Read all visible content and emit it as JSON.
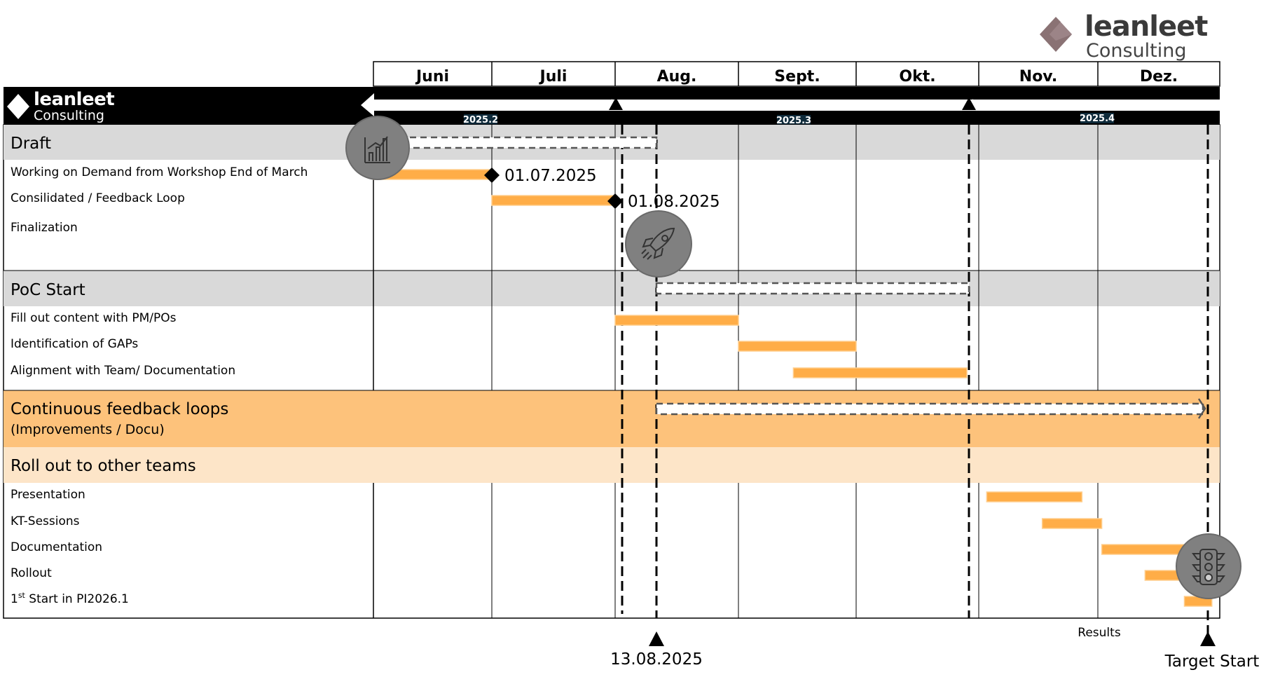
{
  "logo": {
    "word1": "leanleet",
    "word2": "Consulting"
  },
  "months": [
    "Juni",
    "Juli",
    "Aug.",
    "Sept.",
    "Okt.",
    "Nov.",
    "Dez."
  ],
  "increments": [
    "2025.2",
    "2025.3",
    "2025.4"
  ],
  "sections": [
    {
      "title": "Draft",
      "title2": ""
    },
    {
      "title": "PoC Start",
      "title2": ""
    },
    {
      "title": "Continuous feedback loops",
      "title2": "(Improvements / Docu)"
    },
    {
      "title": "Roll out to other teams",
      "title2": ""
    }
  ],
  "tasks": [
    {
      "label": "Working on Demand from Workshop End of March",
      "start": "2025-06-01",
      "end": "2025-07-01"
    },
    {
      "label": "Consilidated / Feedback Loop",
      "start": "2025-07-01",
      "end": "2025-08-01"
    },
    {
      "label": "Finalization",
      "start": "",
      "end": ""
    },
    {
      "label": "Fill out content with PM/POs",
      "start": "2025-08-01",
      "end": "2025-09-01"
    },
    {
      "label": "Identification of GAPs",
      "start": "2025-09-01",
      "end": "2025-10-01"
    },
    {
      "label": "Alignment with Team/ Documentation",
      "start": "2025-09-15",
      "end": "2025-10-29"
    },
    {
      "label": "Presentation",
      "start": "2025-11-03",
      "end": "2025-11-27"
    },
    {
      "label": "KT-Sessions",
      "start": "2025-11-17",
      "end": "2025-12-02"
    },
    {
      "label": "Documentation",
      "start": "2025-12-02",
      "end": "2025-12-23"
    },
    {
      "label": "Rollout",
      "start": "2025-12-13",
      "end": "2025-12-23"
    },
    {
      "label": "1st Start in PI2026.1",
      "start": "2025-12-23",
      "end": "2025-12-30"
    }
  ],
  "first_start_label": {
    "pre": "1",
    "sup": "st",
    "post": " Start in PI2026.1"
  },
  "milestones": [
    "01.07.2025",
    "01.08.2025"
  ],
  "bottom_labels": {
    "date": "13.08.2025",
    "results": "Results",
    "target": "Target Start"
  },
  "icons": [
    "chart-icon",
    "rocket-icon",
    "traffic-light-icon"
  ],
  "colors": {
    "bar": "#ffad47",
    "section_gray": "#d9d9d9",
    "section_orange": "#fdc27b",
    "section_light": "#fde5c8",
    "increment_badge": "#0e2a3a"
  }
}
